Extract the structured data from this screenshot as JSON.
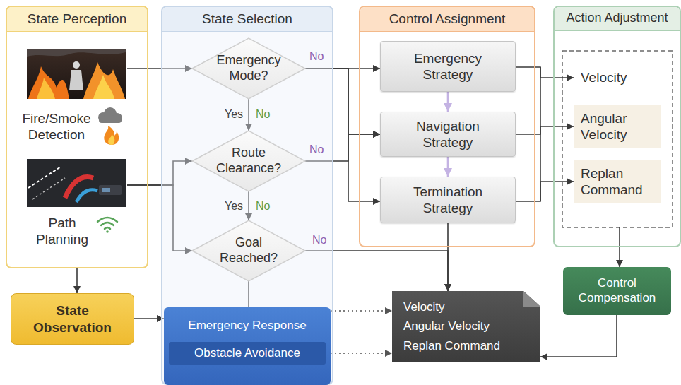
{
  "diagram": {
    "nodes": [
      {
        "text": [
          "State Perception"
        ]
      },
      {
        "text": [
          "Fire/Smoke Detection"
        ],
        "in": 0
      },
      {
        "text": [
          "Path Planning"
        ],
        "in": 0
      },
      {
        "text": [
          "State Observation"
        ]
      },
      {
        "text": [
          "State Selection"
        ]
      },
      {
        "text": [
          "Emergency Mode?"
        ],
        "in": 4
      },
      {
        "text": [
          "Route Clearance?"
        ],
        "in": 4
      },
      {
        "text": [
          "Goal Reached?"
        ],
        "in": 4
      },
      {
        "text": [
          "Emergency Response",
          "Obstacle Avoidance"
        ],
        "in": 4
      },
      {
        "text": [
          "Control Assignment"
        ]
      },
      {
        "text": [
          "Emergency Strategy"
        ],
        "in": 9
      },
      {
        "text": [
          "Navigation Strategy"
        ],
        "in": 9
      },
      {
        "text": [
          "Termination Strategy"
        ],
        "in": 9
      },
      {
        "text": [
          "Action Adjustment"
        ]
      },
      {
        "text": [
          "Velocity"
        ],
        "in": 13
      },
      {
        "text": [
          "Angular Velocity"
        ],
        "in": 13
      },
      {
        "text": [
          "Replan Command"
        ],
        "in": 13
      },
      {
        "text": [
          "Control Compensation"
        ]
      },
      {
        "text": [
          "Velocity",
          "Angular Velocity",
          "Replan Command"
        ]
      }
    ],
    "edges": [
      {
        "from": 1,
        "to": 5,
        "arrow": "to"
      },
      {
        "from": 2,
        "to": 6,
        "arrow": "to"
      },
      {
        "from": 2,
        "to": 7,
        "arrow": "to"
      },
      {
        "from": 0,
        "to": 3,
        "arrow": "to"
      },
      {
        "from": 5,
        "to": 6,
        "label": "Yes",
        "arrow": "to"
      },
      {
        "from": 6,
        "to": 7,
        "label": "Yes",
        "arrow": "to"
      },
      {
        "from": 5,
        "to": 10,
        "label": "No",
        "arrow": "to"
      },
      {
        "from": 5,
        "to": 11,
        "arrow": "to"
      },
      {
        "from": 5,
        "to": 12,
        "arrow": "to"
      },
      {
        "from": 6,
        "to": 11,
        "label": "No",
        "arrow": "to"
      },
      {
        "from": 7,
        "to": 18,
        "label": "No",
        "arrow": "to"
      },
      {
        "from": 7,
        "to": 8,
        "arrow": "none"
      },
      {
        "from": 3,
        "to": 8,
        "arrow": "to"
      },
      {
        "from": 8,
        "to": 18,
        "arrow": "to"
      },
      {
        "from": 8,
        "to": 18,
        "arrow": "to"
      },
      {
        "from": 10,
        "to": 11,
        "arrow": "to"
      },
      {
        "from": 11,
        "to": 12,
        "arrow": "to"
      },
      {
        "from": 10,
        "to": 14,
        "arrow": "to"
      },
      {
        "from": 11,
        "to": 15,
        "arrow": "to"
      },
      {
        "from": 12,
        "to": 16,
        "arrow": "to"
      },
      {
        "from": 12,
        "to": 18,
        "arrow": "to"
      },
      {
        "from": 13,
        "to": 17,
        "arrow": "to"
      },
      {
        "from": 17,
        "to": 18,
        "arrow": "to"
      }
    ],
    "labels": [
      "No",
      "No"
    ]
  }
}
